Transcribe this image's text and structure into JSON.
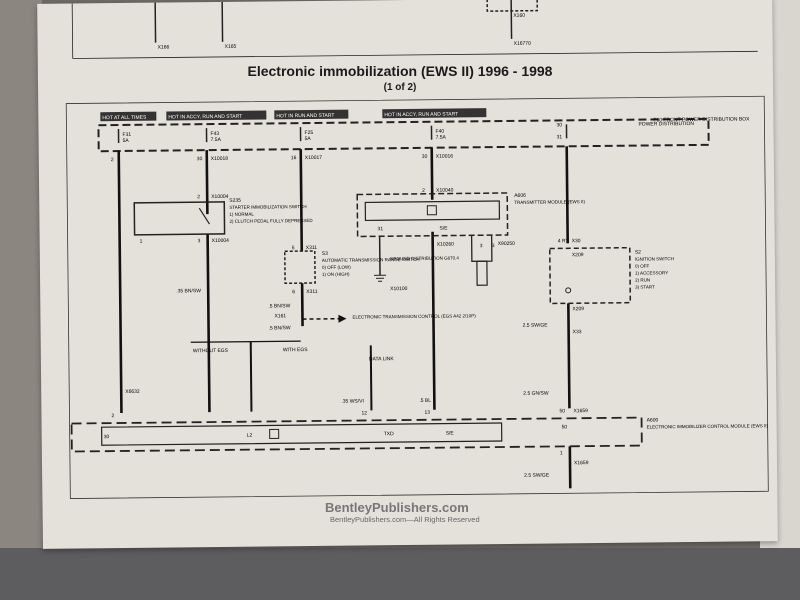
{
  "page": {
    "title": "Electronic immobilization (EWS II) 1996 - 1998",
    "subtitle": "(1 of 2)",
    "brand": "BentleyPublishers.com",
    "brand_sub": "BentleyPublishers.com—All Rights Reserved"
  },
  "top_strip": {
    "labels": [
      "X166",
      "X165",
      "X160",
      "X16770"
    ]
  },
  "buses": {
    "hot_always": "HOT AT ALL TIMES",
    "hot_accy_run_start": "HOT IN ACCY, RUN AND START",
    "hot_run_start": "HOT IN RUN AND START",
    "hot_accy_run_start_2": "HOT IN ACCY, RUN AND START",
    "power_dist": "F60 FRONT POWER DISTRIBUTION BOX",
    "power_dist_label": "POWER DISTRIBUTION"
  },
  "fuses": {
    "f31": "F31",
    "f31_a": "5A",
    "f43": "F43",
    "f43_a": "7.5A",
    "f25": "F25",
    "f25_a": "5A",
    "f40": "F40",
    "f40_a": "7.5A",
    "f_pins": [
      "2",
      "30",
      "16",
      "30",
      "30",
      "31"
    ]
  },
  "connectors": {
    "x10018": "X10018",
    "x10017": "X10017",
    "x10016": "X10016",
    "x10004": "X10004",
    "x10004b": "X10004",
    "x10040": "X10040",
    "x311": "X311",
    "x311b": "X311",
    "x161": "X161",
    "x10260": "X10260",
    "x90250": "X90250",
    "x10100": "X10100",
    "x30": "X30",
    "x209": "X209",
    "x209b": "X209",
    "x33": "X33",
    "x6632": "X6632",
    "x1659": "X1659",
    "x1659b": "X1659"
  },
  "components": {
    "s235": "S235",
    "s235_name": "STARTER IMMOBILIZATION SWITCH",
    "s235_pos1": "1) NORMAL",
    "s235_pos2": "2) CLUTCH PEDAL FULLY DEPRESSED",
    "s3": "S3",
    "s3_name": "AUTOMATIC TRANSMISSION RANGE SWITCH",
    "s3_pos0": "0) OFF (LOW)",
    "s3_pos1": "1) ON (HIGH)",
    "a606": "A606",
    "a606_name": "TRANSMITTER MODULE (EWS II)",
    "a606_pins": [
      "31",
      "S/E",
      "3",
      "3"
    ],
    "s2": "S2",
    "s2_name": "IGNITION SWITCH",
    "s2_pos0": "0) OFF",
    "s2_pos1": "1) ACCESSORY",
    "s2_pos2": "2) RUN",
    "s2_pos3": "3) START",
    "a600": "A600",
    "a600_name": "ELECTRONIC IMMOBILIZER CONTROL MODULE (EWS II)",
    "a600_pins": [
      "30",
      "L2",
      "TXD",
      "S/E",
      "50"
    ],
    "ground": "GROUND DISTRIBUTION G670.4",
    "egs": "ELECTRONIC TRANSMISSION CONTROL (EGS A42 2/10P)",
    "data_link": "DATA LINK",
    "without_egs": "WITHOUT EGS",
    "with_egs": "WITH EGS"
  },
  "wires": {
    "w_bn_sw": ".35 BN/SW",
    "w_ws_vi": ".35 WS/VI",
    "w_bl": ".5 BL",
    "w_gn_sw": "2.5 GN/SW",
    "w_sw_ge": "2.5 SW/GE",
    "w_sw_ge_b": "2.5 SW/GE",
    "w_bn_sw_5": ".5 BN/SW",
    "w_bn_sw_6": ".5 BN/SW",
    "pin_2a": "2",
    "pin_2b": "2",
    "pin_1": "1",
    "pin_3": "3",
    "pin_5": "5",
    "pin_6": "6",
    "pin_12": "12",
    "pin_13": "13",
    "pin_2c": "2",
    "pin_4": "4 RT",
    "pin_50": "50",
    "pin_1b": "1"
  }
}
